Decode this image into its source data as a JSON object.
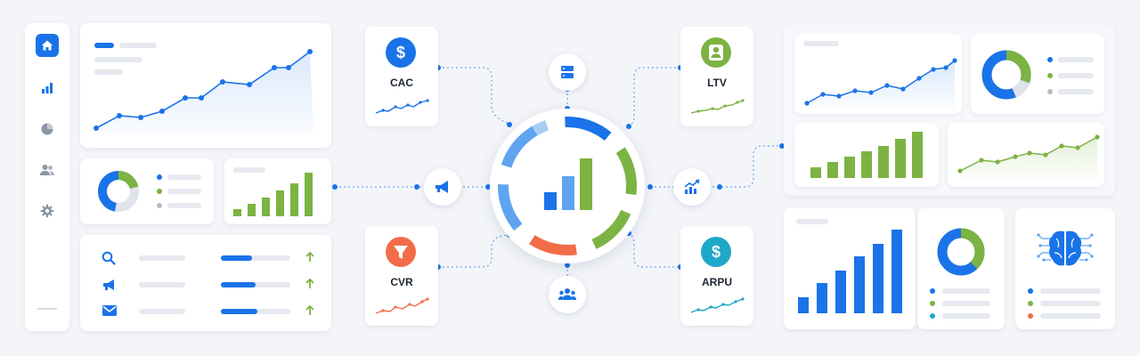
{
  "colors": {
    "primary_blue": "#1a73e8",
    "light_blue": "#5fa4ee",
    "pale_blue": "#a8cdf5",
    "green": "#7cb342",
    "orange": "#f36c4a",
    "teal": "#1ea7c9",
    "gray_line": "#d4d9e1",
    "background": "#f3f5f9"
  },
  "sidebar": {
    "items": [
      {
        "icon": "home-icon",
        "active": true
      },
      {
        "icon": "bar-chart-icon",
        "active": false
      },
      {
        "icon": "pie-chart-icon",
        "active": false
      },
      {
        "icon": "users-icon",
        "active": false
      },
      {
        "icon": "gear-icon",
        "active": false
      }
    ]
  },
  "metrics": {
    "cac": {
      "label": "CAC",
      "icon": "dollar-icon",
      "color": "#1a73e8"
    },
    "ltv": {
      "label": "LTV",
      "icon": "user-icon",
      "color": "#7cb342"
    },
    "cvr": {
      "label": "CVR",
      "icon": "funnel-icon",
      "color": "#f36c4a"
    },
    "arpu": {
      "label": "ARPU",
      "icon": "dollar-icon",
      "color": "#1ea7c9"
    }
  },
  "hub": {
    "center_icon": "bar-chart-icon",
    "nodes": [
      "database-icon",
      "megaphone-icon",
      "growth-chart-icon",
      "team-icon"
    ]
  },
  "channels": [
    {
      "icon": "search-icon",
      "trend": "arrow-up-icon",
      "progress": 0.45
    },
    {
      "icon": "megaphone-icon",
      "trend": "arrow-up-icon",
      "progress": 0.5
    },
    {
      "icon": "mail-icon",
      "trend": "arrow-up-icon",
      "progress": 0.52
    }
  ]
}
